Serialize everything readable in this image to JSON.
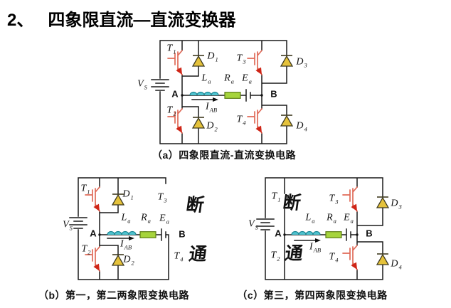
{
  "title": {
    "number": "2、",
    "text": "四象限直流—直流变换器"
  },
  "captions": {
    "a": "（a）四象限直流-直流变换电路",
    "b": "（b）第一，第二两象限变换电路",
    "c": "（c）第三，第四两象限变换电路"
  },
  "sym": {
    "t1": {
      "m": "T",
      "s": "1"
    },
    "t2": {
      "m": "T",
      "s": "2"
    },
    "t3": {
      "m": "T",
      "s": "3"
    },
    "t4": {
      "m": "T",
      "s": "4"
    },
    "d1": {
      "m": "D",
      "s": "1"
    },
    "d2": {
      "m": "D",
      "s": "2"
    },
    "d3": {
      "m": "D",
      "s": "3"
    },
    "d4": {
      "m": "D",
      "s": "4"
    },
    "vs": {
      "m": "V",
      "s": "S"
    },
    "la": {
      "m": "L",
      "s": "a"
    },
    "ra": {
      "m": "R",
      "s": "a"
    },
    "ea": {
      "m": "E",
      "s": "a"
    },
    "iab": {
      "m": "I",
      "s": "AB"
    },
    "node_a": "A",
    "node_b": "B",
    "off": "断",
    "on": "通"
  },
  "colors": {
    "wire": "#1a1a1a",
    "igbt": "#e06a58",
    "igbt_arrow": "#cf2517",
    "diode_fill": "#e5c23b",
    "diode_stroke": "#3f3a20",
    "inductor_fill": "#4fc3cf",
    "inductor_stroke": "#1c8694",
    "resistor_fill": "#a6d43c",
    "resistor_stroke": "#5d7d14"
  }
}
